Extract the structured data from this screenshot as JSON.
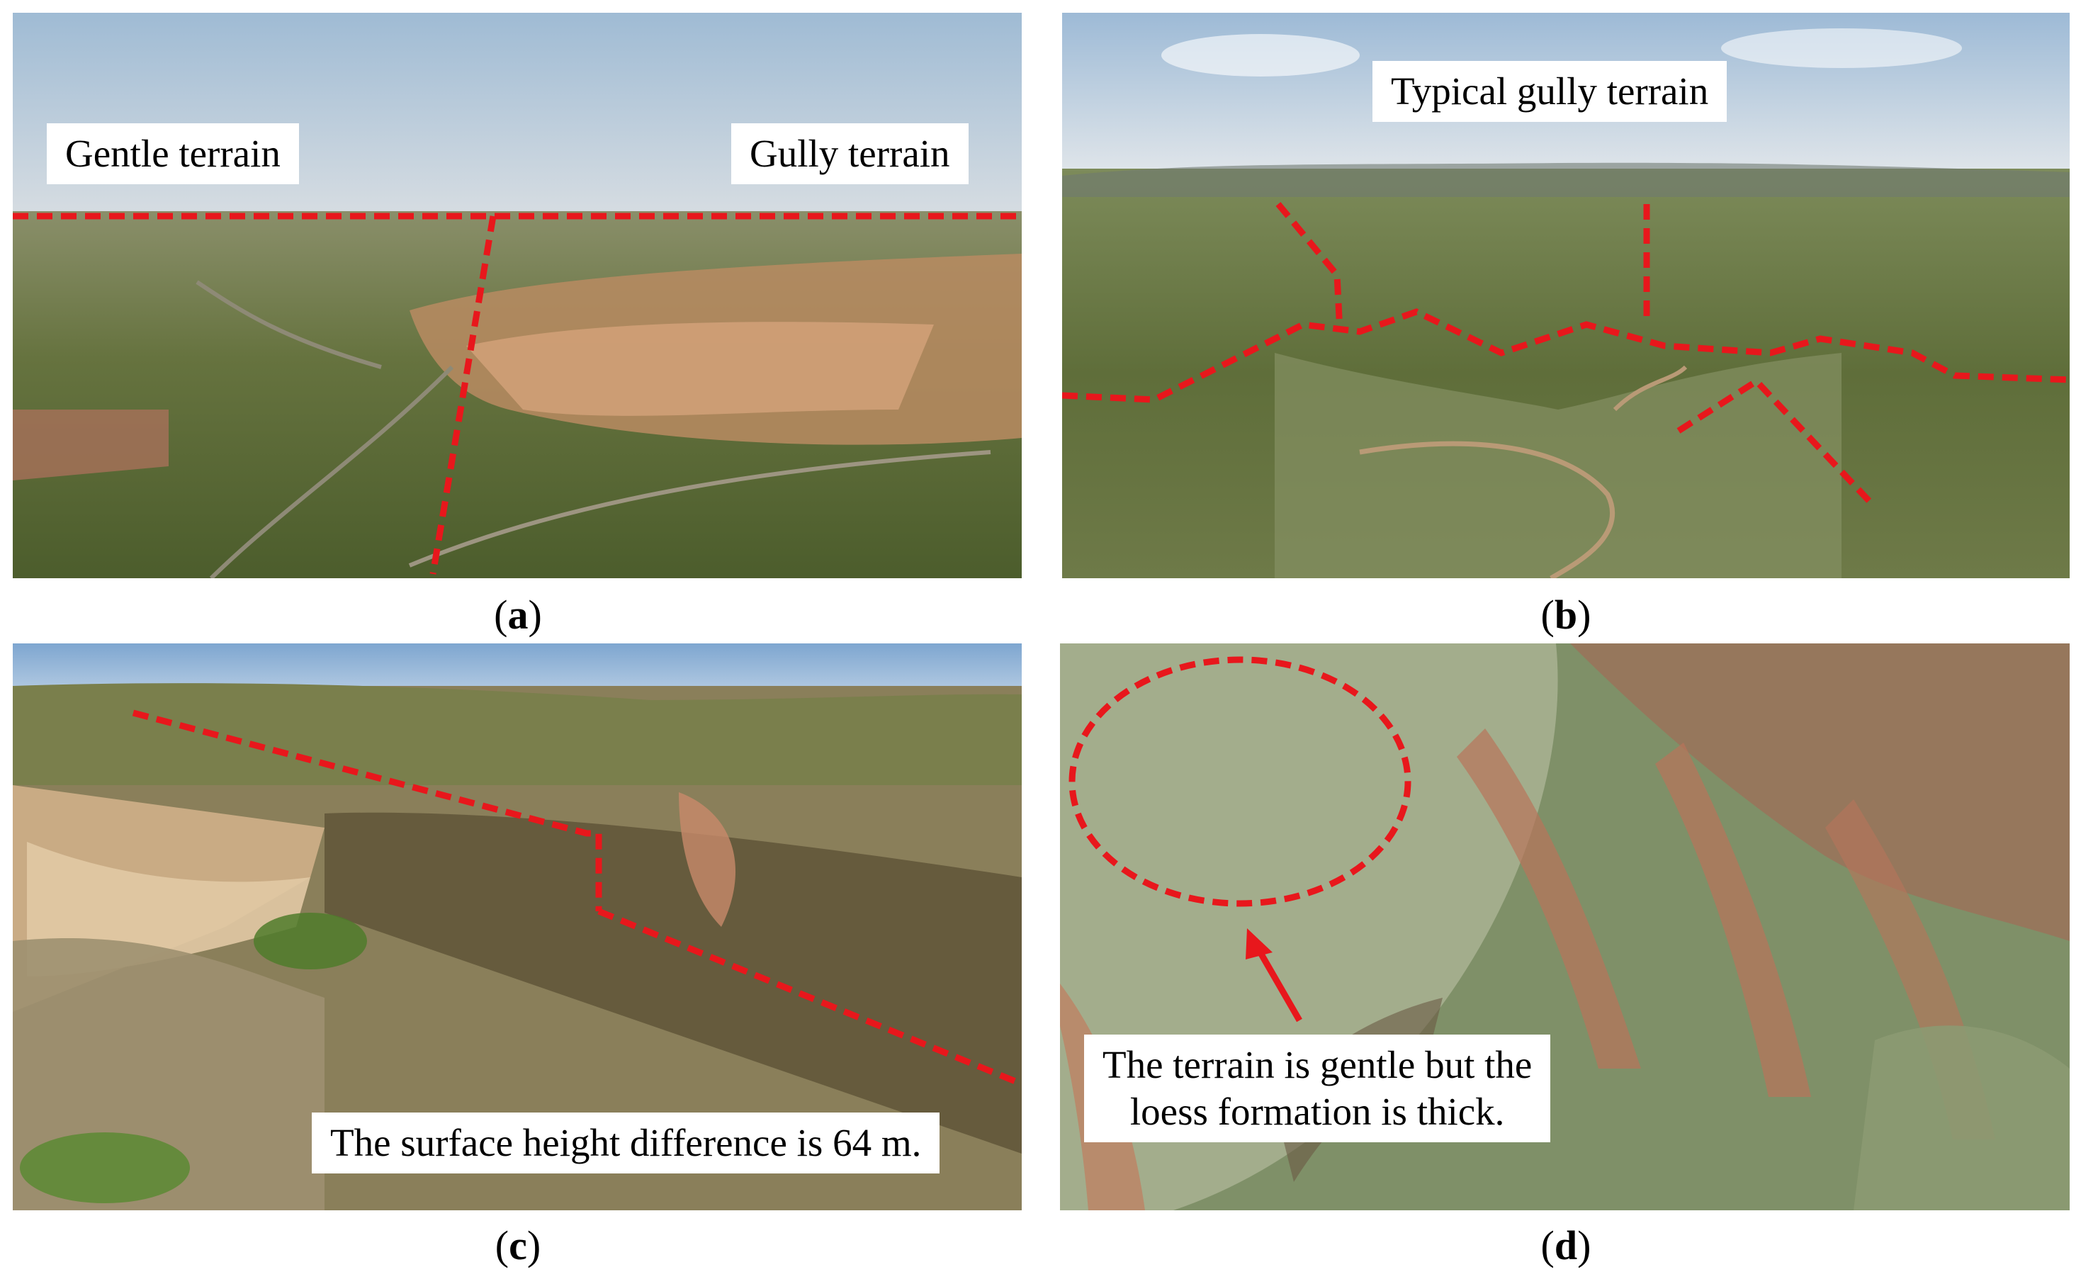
{
  "panels": {
    "a": {
      "caption_open": "(",
      "caption_letter": "a",
      "caption_close": ")",
      "label_left": "Gentle terrain",
      "label_right": "Gully terrain"
    },
    "b": {
      "caption_open": "(",
      "caption_letter": "b",
      "caption_close": ")",
      "label_top": "Typical gully terrain"
    },
    "c": {
      "caption_open": "(",
      "caption_letter": "c",
      "caption_close": ")",
      "label_bottom": "The surface height difference is 64 m."
    },
    "d": {
      "caption_open": "(",
      "caption_letter": "d",
      "caption_close": ")",
      "label_line1": "The terrain is gentle but the",
      "label_line2": "loess formation is thick."
    }
  },
  "colors": {
    "annotation_red": "#e8171c",
    "sky": "#b9cde0",
    "vegetation": "#5d6e3c",
    "loess": "#c9916a"
  }
}
